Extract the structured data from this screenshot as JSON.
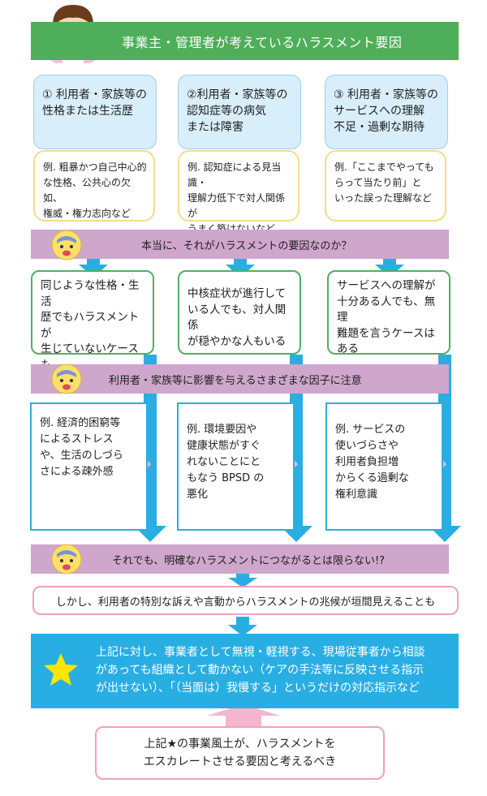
{
  "title": "事業主・管理者が考えているハラスメント要因",
  "factors": [
    {
      "label": "① 利用者・家族等の\n性格または生活歴",
      "example": "例. 粗暴かつ自己中心的\nな性格、公共心の欠如、\n権威・権力志向など"
    },
    {
      "label": "②利用者・家族等の\n認知症等の病気\nまたは障害",
      "example": "例. 認知症による見当識・\n理解力低下で対人関係が\nうまく築けないなど"
    },
    {
      "label": "③ 利用者・家族等の\nサービスへの理解\n不足・過剰な期待",
      "example": "例.「ここまでやっても\nらって当たり前」と\nいった誤った理解など"
    }
  ],
  "question1": "本当に、それがハラスメントの要因なのか？",
  "counter_examples": [
    "同じような性格・生活\n歴でもハラスメントが\n生じていないケースも\nある",
    "中核症状が進行して\nいる人でも、対人関係\nが穏やかな人もいる",
    "サービスへの理解が\n十分ある人でも、無理\n難題を言うケースは\nある"
  ],
  "question2": "利用者・家族等に影響を与えるさまざまな因子に注意",
  "influences": [
    "例. 経済的困窮等\nによるストレス\nや、生活のしづら\nさによる疎外感",
    "例. 環境要因や\n健康状態がすぐ\nれないことにと\nもなう BPSD の\n悪化",
    "例. サービスの\n使いづらさや\n利用者負担増\nからくる過剰な\n権利意識"
  ],
  "question3": "それでも、明確なハラスメントにつながるとは限らない!?",
  "sign_box": "しかし、利用者の特別な訴えや言動からハラスメントの兆候が垣間見えることも",
  "star_text": "上記に対し、事業者として無視・軽視する、現場従事者から相談\nがあっても組織として動かない（ケアの手法等に反映させる指示\nが出せない）、「（当面は）我慢する」というだけの対応指示など",
  "conclusion": "上記★の事業風土が、ハラスメントを\nエスカレートさせる要因と考えるべき",
  "colors": {
    "green": "#4fae59",
    "blue": "#29aee3",
    "light_blue": "#d8eefa",
    "purple": "#cfa6cc",
    "pink": "#f0a0c4",
    "yellow_border": "#f4dc8c",
    "star": "#ffe600"
  }
}
